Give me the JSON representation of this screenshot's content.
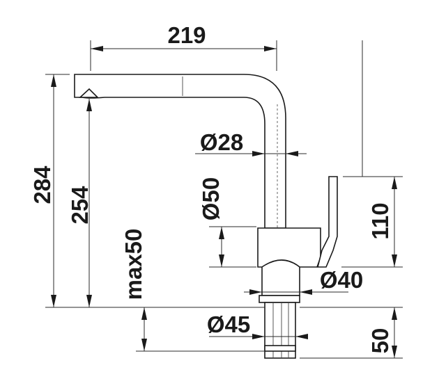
{
  "dimensions": {
    "width_219": "219",
    "height_284": "284",
    "height_254": "254",
    "max_50": "max50",
    "dia_28": "Ø28",
    "dia_50": "Ø50",
    "dia_40": "Ø40",
    "dia_45": "Ø45",
    "height_110": "110",
    "depth_50": "50"
  }
}
